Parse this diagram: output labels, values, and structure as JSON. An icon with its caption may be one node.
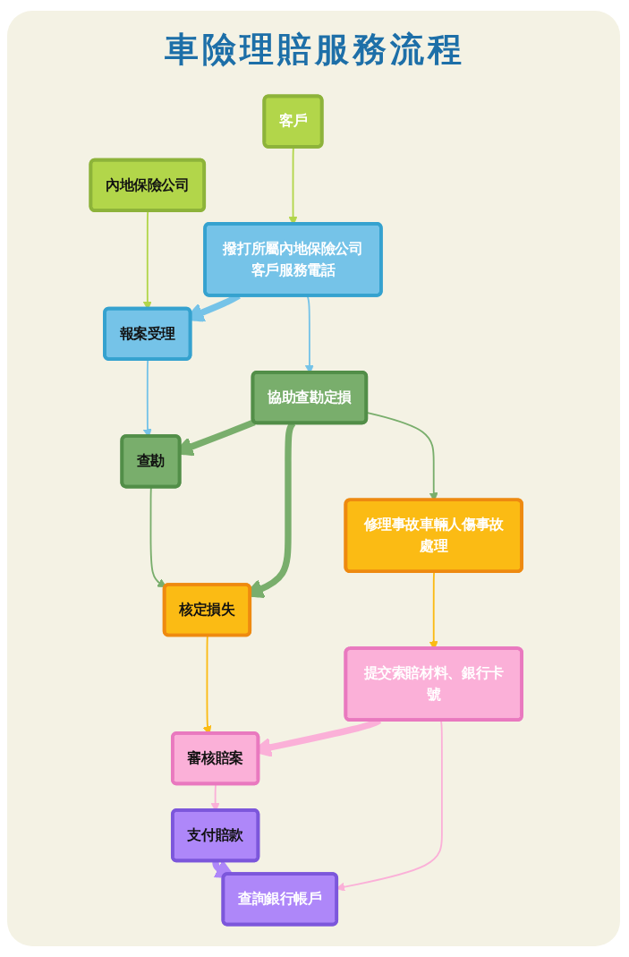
{
  "diagram": {
    "title": "車險理賠服務流程",
    "nodes": [
      {
        "text": [
          "客戶"
        ]
      },
      {
        "text": [
          "內地保險公司"
        ]
      },
      {
        "text": [
          "撥打所屬內地保險公司客戶服務電話"
        ]
      },
      {
        "text": [
          "報案受理"
        ]
      },
      {
        "text": [
          "協助查勘定損"
        ]
      },
      {
        "text": [
          "查勘"
        ]
      },
      {
        "text": [
          "修理事故車輛人傷事故處理"
        ]
      },
      {
        "text": [
          "核定損失"
        ]
      },
      {
        "text": [
          "提交索賠材料、銀行卡號"
        ]
      },
      {
        "text": [
          "審核賠案"
        ]
      },
      {
        "text": [
          "查詢銀行帳戶"
        ]
      },
      {
        "text": [
          "支付賠款"
        ]
      }
    ],
    "edges": [
      {
        "from": 0,
        "to": 2,
        "arrow": "to",
        "color": "#b2d64a"
      },
      {
        "from": 1,
        "to": 3,
        "arrow": "to",
        "color": "#b2d64a"
      },
      {
        "from": 2,
        "to": 3,
        "arrow": "to",
        "style": "thick",
        "color": "#75c3e8"
      },
      {
        "from": 2,
        "to": 4,
        "arrow": "to",
        "color": "#75c3e8"
      },
      {
        "from": 3,
        "to": 5,
        "arrow": "to",
        "color": "#75c3e8"
      },
      {
        "from": 4,
        "to": 5,
        "arrow": "to",
        "style": "thick",
        "color": "#79ae6c"
      },
      {
        "from": 4,
        "to": 7,
        "arrow": "to",
        "style": "thick",
        "color": "#79ae6c"
      },
      {
        "from": 4,
        "to": 6,
        "arrow": "to",
        "color": "#79ae6c"
      },
      {
        "from": 5,
        "to": 7,
        "arrow": "to",
        "color": "#79ae6c"
      },
      {
        "from": 6,
        "to": 8,
        "arrow": "to",
        "color": "#fbbb14"
      },
      {
        "from": 7,
        "to": 9,
        "arrow": "to",
        "color": "#fbbb14"
      },
      {
        "from": 8,
        "to": 9,
        "arrow": "to",
        "style": "thick",
        "color": "#fbb0d8"
      },
      {
        "from": 8,
        "to": 10,
        "arrow": "to",
        "color": "#fbb0d8"
      },
      {
        "from": 9,
        "to": 11,
        "arrow": "to",
        "color": "#fbb0d8"
      },
      {
        "from": 11,
        "to": 10,
        "arrow": "to",
        "style": "thick",
        "color": "#ae87f9"
      }
    ]
  }
}
